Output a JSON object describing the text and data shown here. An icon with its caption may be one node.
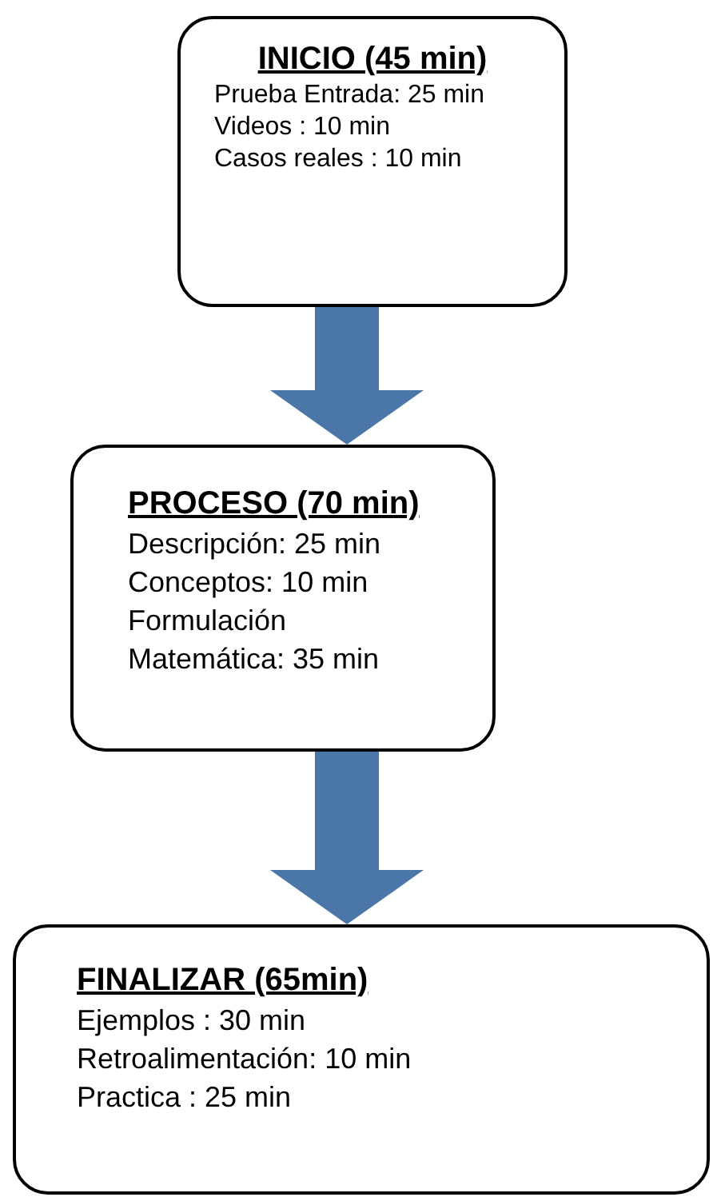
{
  "diagram": {
    "nodes": [
      {
        "text": [
          "INICIO (45 min)",
          "Prueba Entrada: 25 min",
          "Videos : 10 min",
          "Casos reales : 10 min"
        ]
      },
      {
        "text": [
          "PROCESO (70 min)",
          "Descripción: 25 min",
          "Conceptos: 10 min",
          "Formulación Matemática: 35 min"
        ]
      },
      {
        "text": [
          "FINALIZAR (65min)",
          "Ejemplos : 30 min",
          "Retroalimentación: 10 min",
          "Practica : 25 min"
        ]
      }
    ],
    "edges": [
      {
        "from": 0,
        "to": 1,
        "arrow": "to"
      },
      {
        "from": 1,
        "to": 2,
        "arrow": "to"
      }
    ]
  }
}
